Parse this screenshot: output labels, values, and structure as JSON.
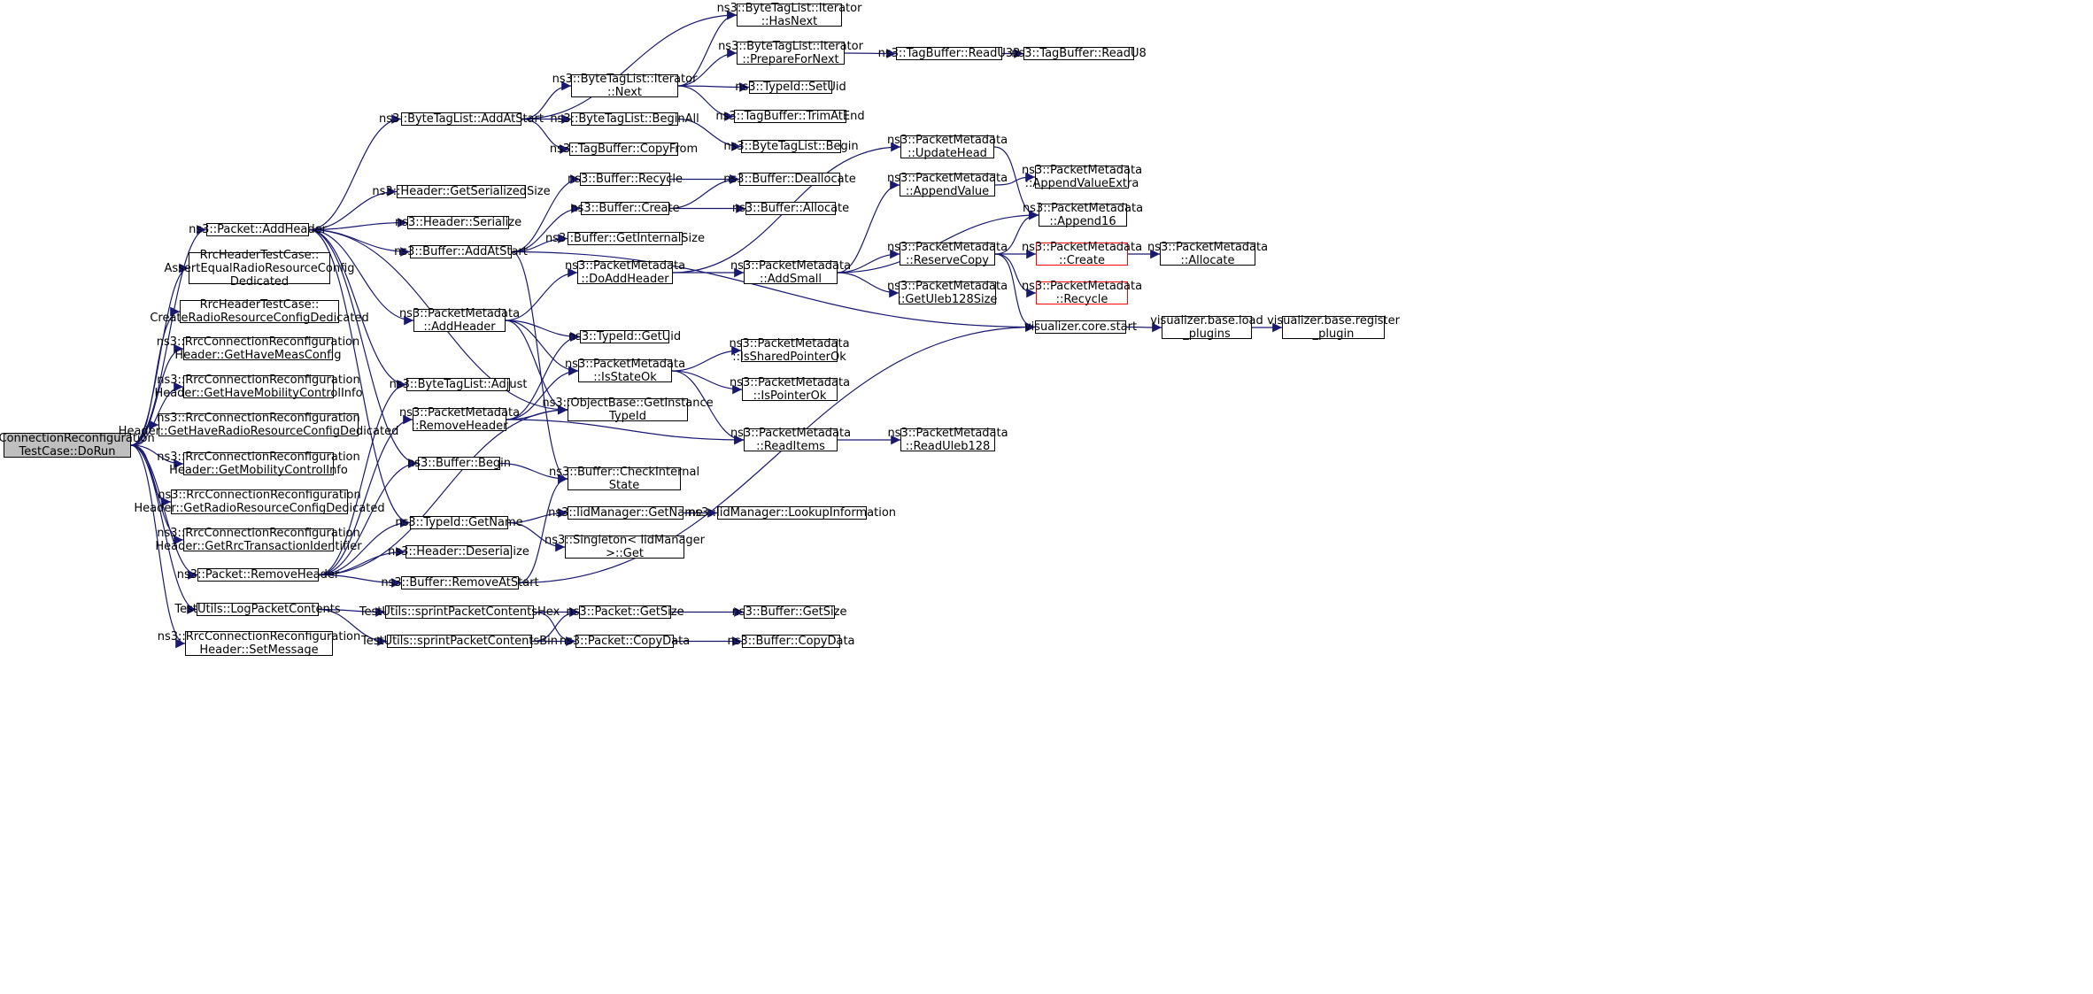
{
  "graph": {
    "colors": {
      "edge": "#191970",
      "root_fill": "#bfbfbf",
      "node_border": "#000000",
      "truncated_border": "#ff0000"
    },
    "nodes": [
      {
        "id": "root",
        "label": "RrcConnectionReconfiguration\nTestCase::DoRun",
        "style": "root"
      },
      {
        "id": "addHeader",
        "label": "ns3::Packet::AddHeader"
      },
      {
        "id": "assertEqual",
        "label": "RrcHeaderTestCase::\nAssertEqualRadioResourceConfig\nDedicated"
      },
      {
        "id": "createRadio",
        "label": "RrcHeaderTestCase::\nCreateRadioResourceConfigDedicated"
      },
      {
        "id": "getHaveMeas",
        "label": "ns3::RrcConnectionReconfiguration\nHeader::GetHaveMeasConfig"
      },
      {
        "id": "getHaveMob",
        "label": "ns3::RrcConnectionReconfiguration\nHeader::GetHaveMobilityControlInfo"
      },
      {
        "id": "getHaveRadio",
        "label": "ns3::RrcConnectionReconfiguration\nHeader::GetHaveRadioResourceConfigDedicated"
      },
      {
        "id": "getMob",
        "label": "ns3::RrcConnectionReconfiguration\nHeader::GetMobilityControlInfo"
      },
      {
        "id": "getRadio",
        "label": "ns3::RrcConnectionReconfiguration\nHeader::GetRadioResourceConfigDedicated"
      },
      {
        "id": "getRrc",
        "label": "ns3::RrcConnectionReconfiguration\nHeader::GetRrcTransactionIdentifier"
      },
      {
        "id": "removeHeader",
        "label": "ns3::Packet::RemoveHeader"
      },
      {
        "id": "logPacket",
        "label": "TestUtils::LogPacketContents"
      },
      {
        "id": "setMessage",
        "label": "ns3::RrcConnectionReconfiguration\nHeader::SetMessage"
      },
      {
        "id": "btlAddAtStart",
        "label": "ns3::ByteTagList::AddAtStart"
      },
      {
        "id": "hdrGetSer",
        "label": "ns3::Header::GetSerializedSize"
      },
      {
        "id": "hdrSerialize",
        "label": "ns3::Header::Serialize"
      },
      {
        "id": "bufAddAtStart",
        "label": "ns3::Buffer::AddAtStart"
      },
      {
        "id": "pmAddHeader",
        "label": "ns3::PacketMetadata\n::AddHeader"
      },
      {
        "id": "btlAdjust",
        "label": "ns3::ByteTagList::Adjust"
      },
      {
        "id": "pmRemoveHeader",
        "label": "ns3::PacketMetadata\n::RemoveHeader"
      },
      {
        "id": "bufBegin",
        "label": "ns3::Buffer::Begin"
      },
      {
        "id": "typeGetName",
        "label": "ns3::TypeId::GetName"
      },
      {
        "id": "hdrDeser",
        "label": "ns3::Header::Deserialize"
      },
      {
        "id": "bufRemoveAtStart",
        "label": "ns3::Buffer::RemoveAtStart"
      },
      {
        "id": "sprintHex",
        "label": "TestUtils::sprintPacketContentsHex"
      },
      {
        "id": "sprintBin",
        "label": "TestUtils::sprintPacketContentsBin"
      },
      {
        "id": "btlItNext",
        "label": "ns3::ByteTagList::Iterator\n::Next"
      },
      {
        "id": "btlBeginAll",
        "label": "ns3::ByteTagList::BeginAll"
      },
      {
        "id": "tbCopyFrom",
        "label": "ns3::TagBuffer::CopyFrom"
      },
      {
        "id": "bufRecycle",
        "label": "ns3::Buffer::Recycle"
      },
      {
        "id": "bufCreate",
        "label": "ns3::Buffer::Create"
      },
      {
        "id": "bufGetInternal",
        "label": "ns3::Buffer::GetInternalSize"
      },
      {
        "id": "pmDoAddHeader",
        "label": "ns3::PacketMetadata\n::DoAddHeader"
      },
      {
        "id": "typeGetUid",
        "label": "ns3::TypeId::GetUid"
      },
      {
        "id": "pmIsStateOk",
        "label": "ns3::PacketMetadata\n::IsStateOk"
      },
      {
        "id": "objGetInst",
        "label": "ns3::ObjectBase::GetInstance\nTypeId"
      },
      {
        "id": "bufCheck",
        "label": "ns3::Buffer::CheckInternal\nState"
      },
      {
        "id": "iidGetName",
        "label": "ns3::IidManager::GetName"
      },
      {
        "id": "singletonGet",
        "label": "ns3::Singleton< IidManager\n>::Get"
      },
      {
        "id": "pktGetSize",
        "label": "ns3::Packet::GetSize"
      },
      {
        "id": "pktCopyData",
        "label": "ns3::Packet::CopyData"
      },
      {
        "id": "btlItHasNext",
        "label": "ns3::ByteTagList::Iterator\n::HasNext"
      },
      {
        "id": "btlItPrepare",
        "label": "ns3::ByteTagList::Iterator\n::PrepareForNext"
      },
      {
        "id": "typeSetUid",
        "label": "ns3::TypeId::SetUid"
      },
      {
        "id": "tbTrim",
        "label": "ns3::TagBuffer::TrimAtEnd"
      },
      {
        "id": "btlBegin",
        "label": "ns3::ByteTagList::Begin"
      },
      {
        "id": "bufDealloc",
        "label": "ns3::Buffer::Deallocate"
      },
      {
        "id": "bufAlloc",
        "label": "ns3::Buffer::Allocate"
      },
      {
        "id": "pmAddSmall",
        "label": "ns3::PacketMetadata\n::AddSmall"
      },
      {
        "id": "pmIsShared",
        "label": "ns3::PacketMetadata\n::IsSharedPointerOk"
      },
      {
        "id": "pmIsPointer",
        "label": "ns3::PacketMetadata\n::IsPointerOk"
      },
      {
        "id": "pmReadItems",
        "label": "ns3::PacketMetadata\n::ReadItems"
      },
      {
        "id": "iidLookup",
        "label": "ns3::IidManager::LookupInformation"
      },
      {
        "id": "bufGetSize",
        "label": "ns3::Buffer::GetSize"
      },
      {
        "id": "bufCopyData",
        "label": "ns3::Buffer::CopyData"
      },
      {
        "id": "tbReadU32",
        "label": "ns3::TagBuffer::ReadU32"
      },
      {
        "id": "tbReadU8",
        "label": "ns3::TagBuffer::ReadU8"
      },
      {
        "id": "pmUpdateHead",
        "label": "ns3::PacketMetadata\n::UpdateHead"
      },
      {
        "id": "pmAppendValue",
        "label": "ns3::PacketMetadata\n::AppendValue"
      },
      {
        "id": "pmReserveCopy",
        "label": "ns3::PacketMetadata\n::ReserveCopy"
      },
      {
        "id": "pmGetUleb",
        "label": "ns3::PacketMetadata\n::GetUleb128Size"
      },
      {
        "id": "pmReadUleb",
        "label": "ns3::PacketMetadata\n::ReadUleb128"
      },
      {
        "id": "pmAppendValueExtra",
        "label": "ns3::PacketMetadata\n::AppendValueExtra"
      },
      {
        "id": "pmAppend16",
        "label": "ns3::PacketMetadata\n::Append16"
      },
      {
        "id": "pmCreate",
        "label": "ns3::PacketMetadata\n::Create",
        "style": "red"
      },
      {
        "id": "pmRecycle",
        "label": "ns3::PacketMetadata\n::Recycle",
        "style": "red"
      },
      {
        "id": "vizStart",
        "label": "visualizer.core.start"
      },
      {
        "id": "pmAllocate",
        "label": "ns3::PacketMetadata\n::Allocate"
      },
      {
        "id": "vizLoad",
        "label": "visualizer.base.load\n_plugins"
      },
      {
        "id": "vizRegister",
        "label": "visualizer.base.register\n_plugin"
      }
    ],
    "edges": [
      [
        "root",
        "addHeader"
      ],
      [
        "root",
        "assertEqual"
      ],
      [
        "root",
        "createRadio"
      ],
      [
        "root",
        "getHaveMeas"
      ],
      [
        "root",
        "getHaveMob"
      ],
      [
        "root",
        "getHaveRadio"
      ],
      [
        "root",
        "getMob"
      ],
      [
        "root",
        "getRadio"
      ],
      [
        "root",
        "getRrc"
      ],
      [
        "root",
        "removeHeader"
      ],
      [
        "root",
        "logPacket"
      ],
      [
        "root",
        "setMessage"
      ],
      [
        "addHeader",
        "btlAddAtStart"
      ],
      [
        "addHeader",
        "hdrGetSer"
      ],
      [
        "addHeader",
        "hdrSerialize"
      ],
      [
        "addHeader",
        "bufAddAtStart"
      ],
      [
        "addHeader",
        "pmAddHeader"
      ],
      [
        "addHeader",
        "btlAdjust"
      ],
      [
        "addHeader",
        "bufBegin"
      ],
      [
        "addHeader",
        "typeGetName"
      ],
      [
        "addHeader",
        "objGetInst"
      ],
      [
        "removeHeader",
        "btlAdjust"
      ],
      [
        "removeHeader",
        "pmRemoveHeader"
      ],
      [
        "removeHeader",
        "bufBegin"
      ],
      [
        "removeHeader",
        "typeGetName"
      ],
      [
        "removeHeader",
        "hdrDeser"
      ],
      [
        "removeHeader",
        "bufRemoveAtStart"
      ],
      [
        "removeHeader",
        "objGetInst"
      ],
      [
        "logPacket",
        "sprintHex"
      ],
      [
        "logPacket",
        "sprintBin"
      ],
      [
        "btlAddAtStart",
        "btlItHasNext"
      ],
      [
        "btlAddAtStart",
        "btlItNext"
      ],
      [
        "btlAddAtStart",
        "btlBeginAll"
      ],
      [
        "btlAddAtStart",
        "tbCopyFrom"
      ],
      [
        "btlItNext",
        "btlItHasNext"
      ],
      [
        "btlItNext",
        "btlItPrepare"
      ],
      [
        "btlItNext",
        "typeSetUid"
      ],
      [
        "btlItNext",
        "tbTrim"
      ],
      [
        "btlItPrepare",
        "tbReadU32"
      ],
      [
        "tbReadU32",
        "tbReadU8"
      ],
      [
        "btlBeginAll",
        "btlBegin"
      ],
      [
        "bufAddAtStart",
        "bufRecycle"
      ],
      [
        "bufAddAtStart",
        "bufCreate"
      ],
      [
        "bufAddAtStart",
        "bufGetInternal"
      ],
      [
        "bufAddAtStart",
        "bufCheck"
      ],
      [
        "bufAddAtStart",
        "vizStart"
      ],
      [
        "bufRecycle",
        "bufDealloc"
      ],
      [
        "bufCreate",
        "bufDealloc"
      ],
      [
        "bufCreate",
        "bufAlloc"
      ],
      [
        "pmAddHeader",
        "pmDoAddHeader"
      ],
      [
        "pmAddHeader",
        "typeGetUid"
      ],
      [
        "pmAddHeader",
        "pmIsStateOk"
      ],
      [
        "pmAddHeader",
        "objGetInst"
      ],
      [
        "pmDoAddHeader",
        "pmUpdateHead"
      ],
      [
        "pmDoAddHeader",
        "pmAddSmall"
      ],
      [
        "pmAddSmall",
        "pmAppendValue"
      ],
      [
        "pmAddSmall",
        "pmAppend16"
      ],
      [
        "pmAddSmall",
        "pmReserveCopy"
      ],
      [
        "pmAddSmall",
        "pmGetUleb"
      ],
      [
        "pmUpdateHead",
        "pmAppend16"
      ],
      [
        "pmAppendValue",
        "pmAppendValueExtra"
      ],
      [
        "pmReserveCopy",
        "pmAppend16"
      ],
      [
        "pmReserveCopy",
        "pmCreate"
      ],
      [
        "pmReserveCopy",
        "pmRecycle"
      ],
      [
        "pmReserveCopy",
        "vizStart"
      ],
      [
        "pmCreate",
        "pmAllocate"
      ],
      [
        "vizStart",
        "vizLoad"
      ],
      [
        "vizLoad",
        "vizRegister"
      ],
      [
        "pmRemoveHeader",
        "typeGetUid"
      ],
      [
        "pmRemoveHeader",
        "pmIsStateOk"
      ],
      [
        "pmRemoveHeader",
        "objGetInst"
      ],
      [
        "pmRemoveHeader",
        "pmReadItems"
      ],
      [
        "pmIsStateOk",
        "pmIsShared"
      ],
      [
        "pmIsStateOk",
        "pmIsPointer"
      ],
      [
        "pmIsStateOk",
        "pmReadItems"
      ],
      [
        "pmReadItems",
        "pmReadUleb"
      ],
      [
        "bufBegin",
        "bufCheck"
      ],
      [
        "typeGetName",
        "iidGetName"
      ],
      [
        "typeGetName",
        "singletonGet"
      ],
      [
        "iidGetName",
        "iidLookup"
      ],
      [
        "bufRemoveAtStart",
        "bufCheck"
      ],
      [
        "bufRemoveAtStart",
        "vizStart"
      ],
      [
        "sprintHex",
        "pktGetSize"
      ],
      [
        "sprintHex",
        "pktCopyData"
      ],
      [
        "sprintBin",
        "pktGetSize"
      ],
      [
        "sprintBin",
        "pktCopyData"
      ],
      [
        "pktGetSize",
        "bufGetSize"
      ],
      [
        "pktCopyData",
        "bufCopyData"
      ]
    ]
  }
}
